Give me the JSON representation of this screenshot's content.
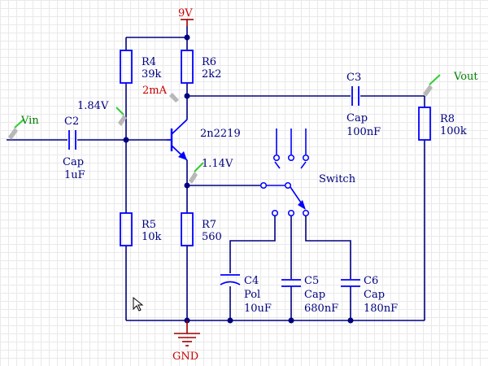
{
  "power": {
    "label": "9V"
  },
  "ground": {
    "label": "GND"
  },
  "ports": {
    "vin": "Vin",
    "vout": "Vout"
  },
  "probes": {
    "base_v": "1.84V",
    "emitter_v": "1.14V",
    "collector_i": "2mA"
  },
  "components": {
    "R4": {
      "ref": "R4",
      "value": "39k"
    },
    "R6": {
      "ref": "R6",
      "value": "2k2"
    },
    "R5": {
      "ref": "R5",
      "value": "10k"
    },
    "R7": {
      "ref": "R7",
      "value": "560"
    },
    "R8": {
      "ref": "R8",
      "value": "100k"
    },
    "C2": {
      "ref": "C2",
      "type": "Cap",
      "value": "1uF"
    },
    "C3": {
      "ref": "C3",
      "type": "Cap",
      "value": "100nF"
    },
    "C4": {
      "ref": "C4",
      "type": "Pol",
      "value": "10uF"
    },
    "C5": {
      "ref": "C5",
      "type": "Cap",
      "value": "680nF"
    },
    "C6": {
      "ref": "C6",
      "type": "Cap",
      "value": "180nF"
    },
    "Q1": {
      "value": "2n2219"
    },
    "SW": {
      "label": "Switch"
    }
  },
  "colors": {
    "wire": "#000080",
    "component": "#0000ff",
    "power_ground": "#a00000",
    "probe_flag": "#008000",
    "current_label": "#c80000",
    "grid": "#e9e9e9"
  }
}
